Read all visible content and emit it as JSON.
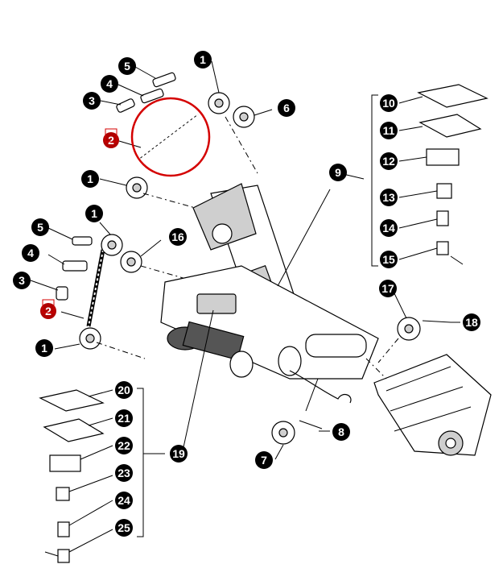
{
  "callouts": [
    {
      "id": "c1a",
      "label": "1"
    },
    {
      "id": "c1b",
      "label": "1"
    },
    {
      "id": "c1c",
      "label": "1"
    },
    {
      "id": "c1d",
      "label": "1"
    },
    {
      "id": "c2a",
      "label": "2",
      "highlight": true
    },
    {
      "id": "c2b",
      "label": "2",
      "highlight": true
    },
    {
      "id": "c3a",
      "label": "3"
    },
    {
      "id": "c3b",
      "label": "3"
    },
    {
      "id": "c4a",
      "label": "4"
    },
    {
      "id": "c4b",
      "label": "4"
    },
    {
      "id": "c5a",
      "label": "5"
    },
    {
      "id": "c5b",
      "label": "5"
    },
    {
      "id": "c6",
      "label": "6"
    },
    {
      "id": "c7",
      "label": "7"
    },
    {
      "id": "c8",
      "label": "8"
    },
    {
      "id": "c9",
      "label": "9"
    },
    {
      "id": "c10",
      "label": "10"
    },
    {
      "id": "c11",
      "label": "11"
    },
    {
      "id": "c12",
      "label": "12"
    },
    {
      "id": "c13",
      "label": "13"
    },
    {
      "id": "c14",
      "label": "14"
    },
    {
      "id": "c15",
      "label": "15"
    },
    {
      "id": "c16",
      "label": "16"
    },
    {
      "id": "c17",
      "label": "17"
    },
    {
      "id": "c18",
      "label": "18"
    },
    {
      "id": "c19",
      "label": "19"
    },
    {
      "id": "c20",
      "label": "20"
    },
    {
      "id": "c21",
      "label": "21"
    },
    {
      "id": "c22",
      "label": "22"
    },
    {
      "id": "c23",
      "label": "23"
    },
    {
      "id": "c24",
      "label": "24"
    },
    {
      "id": "c25",
      "label": "25"
    }
  ],
  "colors": {
    "callout": "#000000",
    "highlight": "#b00000",
    "highlight_ring": "#d40000"
  }
}
